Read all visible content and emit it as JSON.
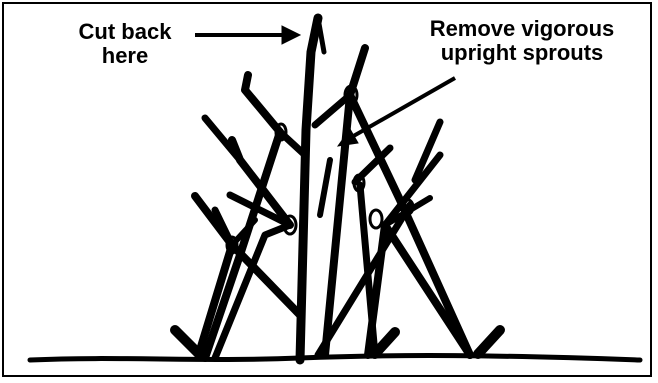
{
  "annotations": {
    "cut_back": {
      "line1": "Cut back",
      "line2": "here"
    },
    "remove_sprouts": {
      "line1": "Remove vigorous",
      "line2": "upright sprouts"
    }
  },
  "colors": {
    "ink": "#000000",
    "background": "#ffffff"
  }
}
